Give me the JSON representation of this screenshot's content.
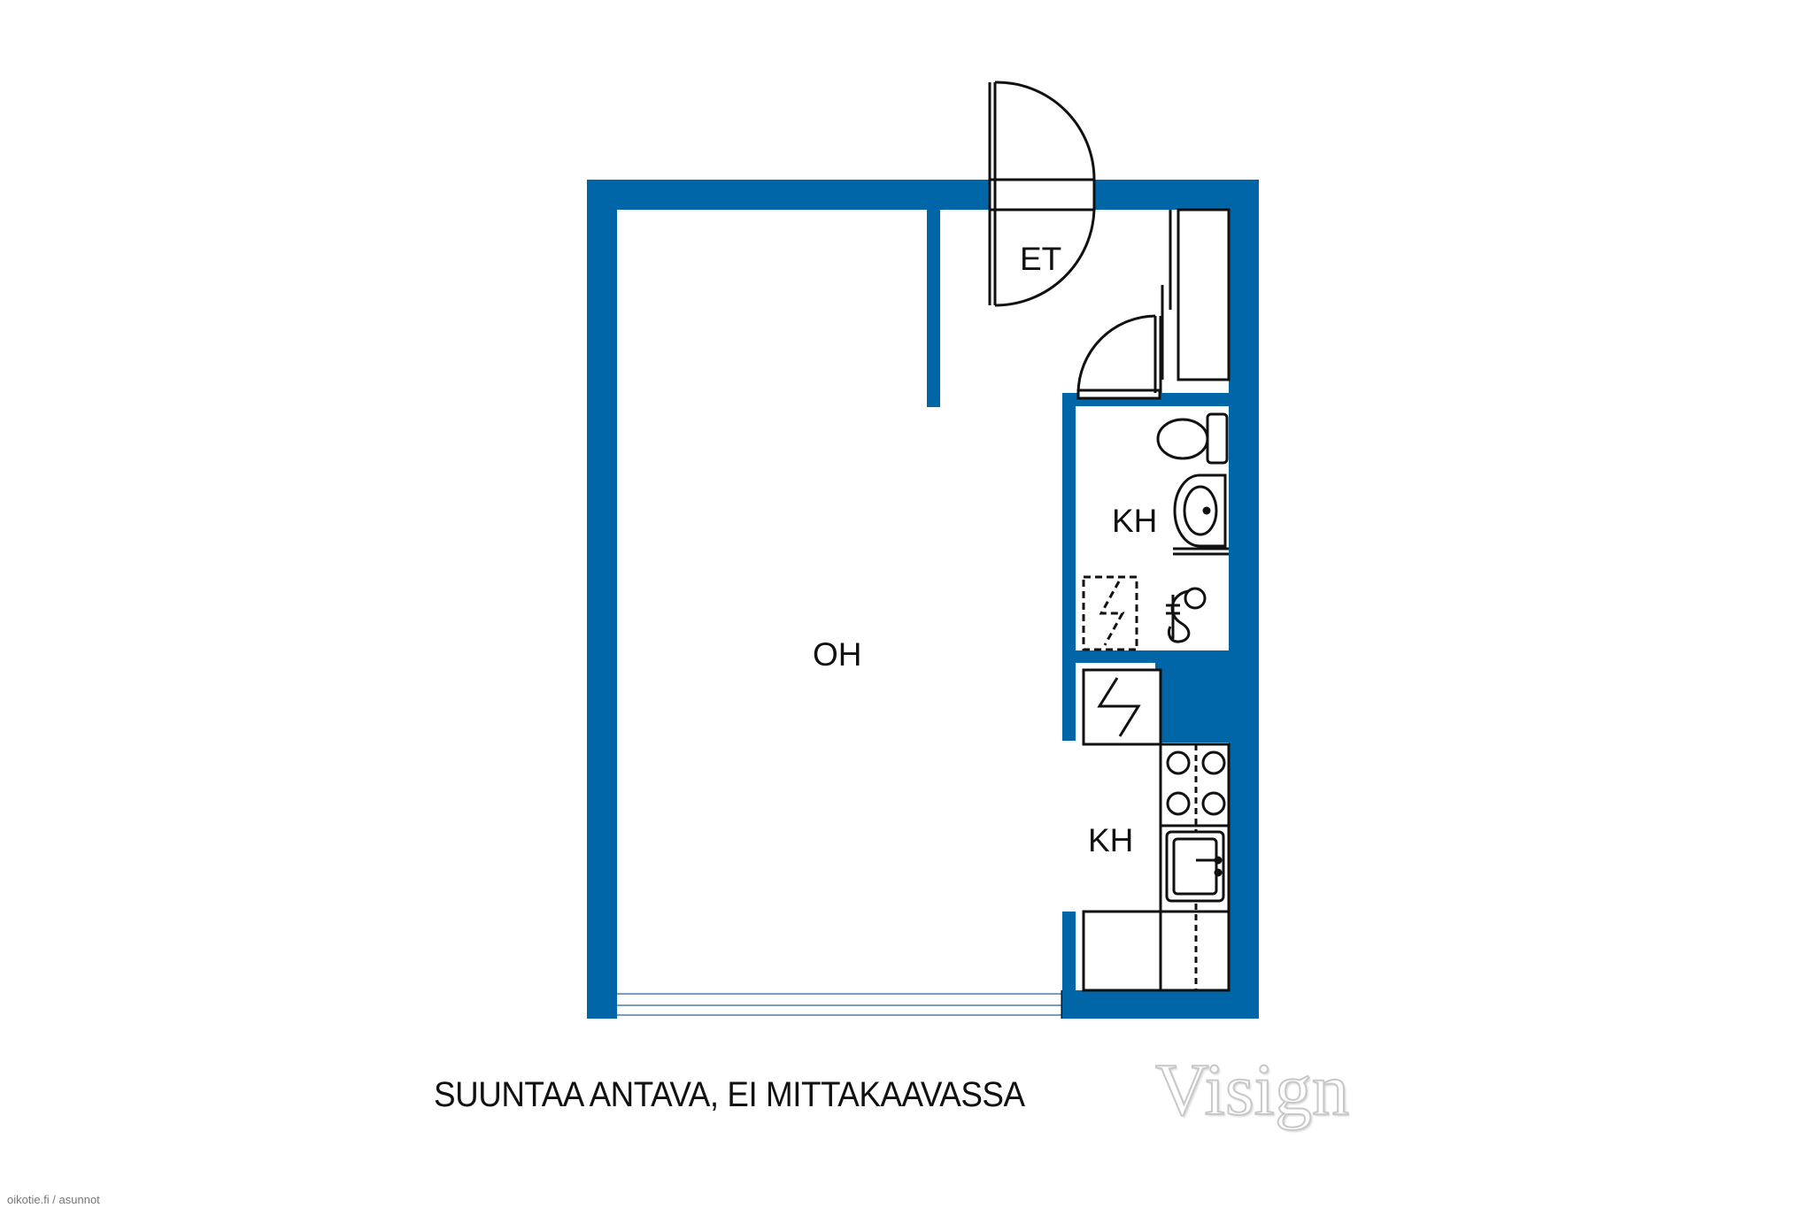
{
  "rooms": {
    "oh": "OH",
    "et": "ET",
    "kh_bath": "KH",
    "kh_kitchen": "KH"
  },
  "caption": "SUUNTAA ANTAVA, EI MITTAKAAVASSA",
  "brand": "Visign",
  "source": "oikotie.fi / asunnot",
  "colors": {
    "wall": "#0066A8",
    "line": "#111111",
    "window": "#7a9cc0"
  }
}
